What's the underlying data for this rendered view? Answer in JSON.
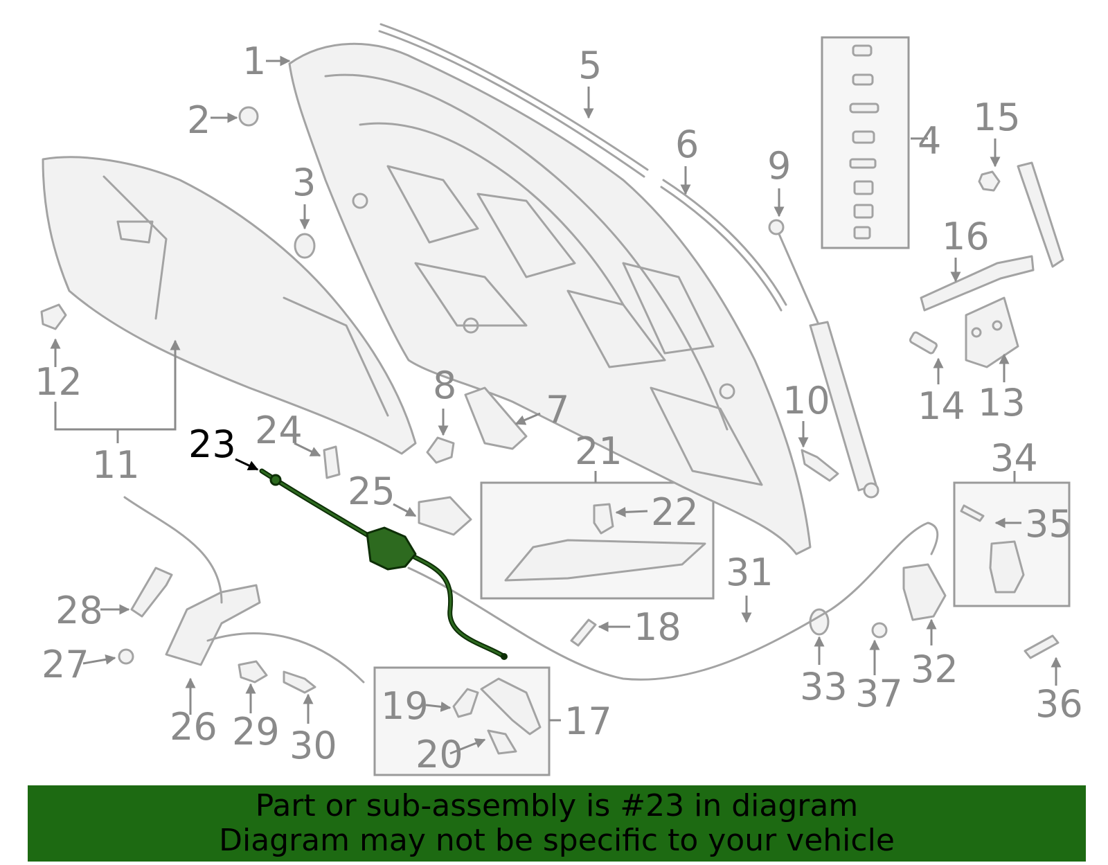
{
  "highlight_color": "#1d6a12",
  "highlighted_part": "23",
  "callouts": [
    "1",
    "2",
    "3",
    "4",
    "5",
    "6",
    "7",
    "8",
    "9",
    "10",
    "11",
    "12",
    "13",
    "14",
    "15",
    "16",
    "17",
    "18",
    "19",
    "20",
    "21",
    "22",
    "23",
    "24",
    "25",
    "26",
    "27",
    "28",
    "29",
    "30",
    "31",
    "32",
    "33",
    "34",
    "35",
    "36",
    "37"
  ],
  "banner": {
    "line1": "Part or sub-assembly is #23 in diagram",
    "line2": "Diagram may not be specific to your vehicle"
  }
}
